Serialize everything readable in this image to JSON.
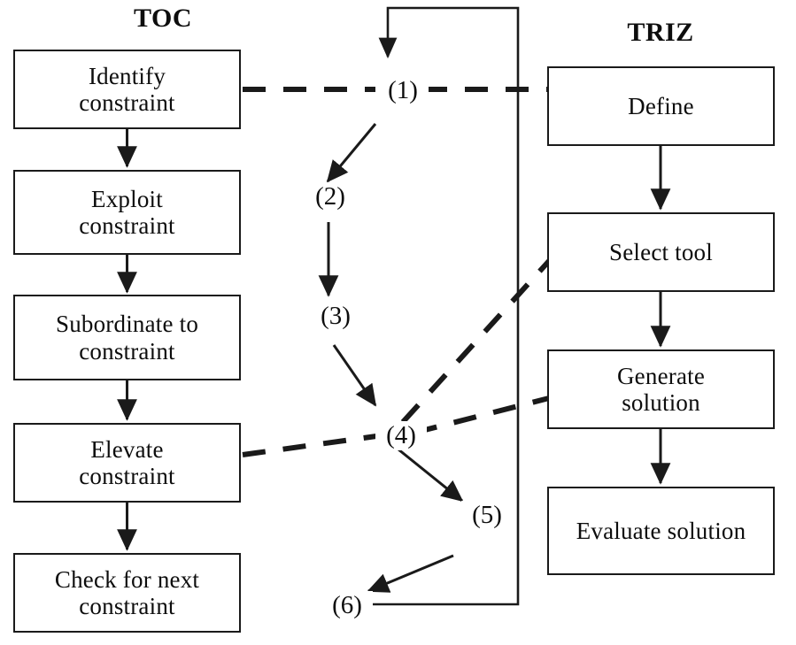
{
  "diagram": {
    "title_toc": "TOC",
    "title_triz": "TRIZ",
    "toc_steps": [
      {
        "id": "identify",
        "label": "Identify\nconstraint"
      },
      {
        "id": "exploit",
        "label": "Exploit\nconstraint"
      },
      {
        "id": "subordinate",
        "label": "Subordinate to\nconstraint"
      },
      {
        "id": "elevate",
        "label": "Elevate\nconstraint"
      },
      {
        "id": "check",
        "label": "Check for next\nconstraint"
      }
    ],
    "triz_steps": [
      {
        "id": "define",
        "label": "Define"
      },
      {
        "id": "select-tool",
        "label": "Select tool"
      },
      {
        "id": "generate",
        "label": "Generate\nsolution"
      },
      {
        "id": "evaluate",
        "label": "Evaluate solution"
      }
    ],
    "connector_labels": [
      {
        "id": "1",
        "text": "(1)"
      },
      {
        "id": "2",
        "text": "(2)"
      },
      {
        "id": "3",
        "text": "(3)"
      },
      {
        "id": "4",
        "text": "(4)"
      },
      {
        "id": "5",
        "text": "(5)"
      },
      {
        "id": "6",
        "text": "(6)"
      }
    ],
    "colors": {
      "stroke": "#1a1a1a",
      "text": "#0d0d0d",
      "background": "#ffffff"
    }
  }
}
